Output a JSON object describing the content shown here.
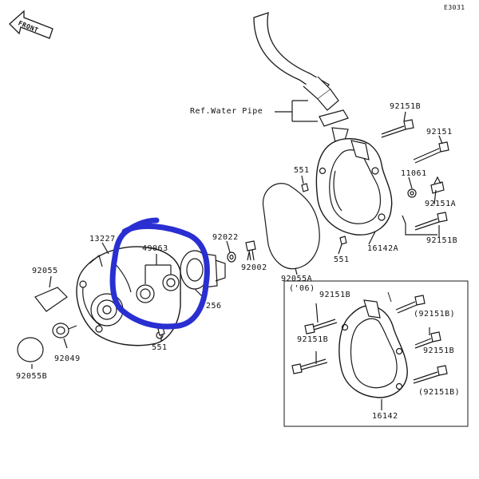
{
  "diagram": {
    "page_code": "E3031",
    "front_label": "FRONT",
    "ref_label": "Ref.Water Pipe",
    "inset_label": "('06)",
    "part_labels": {
      "p92151B_top": "92151B",
      "p92151_top": "92151",
      "p551_upper": "551",
      "p11061": "11061",
      "p92151A": "92151A",
      "p92151B_mid": "92151B",
      "p551_mid": "551",
      "p16142A": "16142A",
      "p13227": "13227",
      "p49063": "49063",
      "p92022": "92022",
      "p92002": "92002",
      "p92055": "92055",
      "p92055A": "92055A",
      "p256": "256",
      "p551_low": "551",
      "p92049": "92049",
      "p92055B": "92055B",
      "inset_92151B_a": "92151B",
      "inset_92151B_b": "(92151B)",
      "inset_92151B_c": "92151B",
      "inset_92151B_d": "92151B",
      "inset_92151B_e": "(92151B)",
      "inset_16142": "16142"
    },
    "highlight_color": "#2a2fd1",
    "line_color": "#1a1a1a"
  }
}
